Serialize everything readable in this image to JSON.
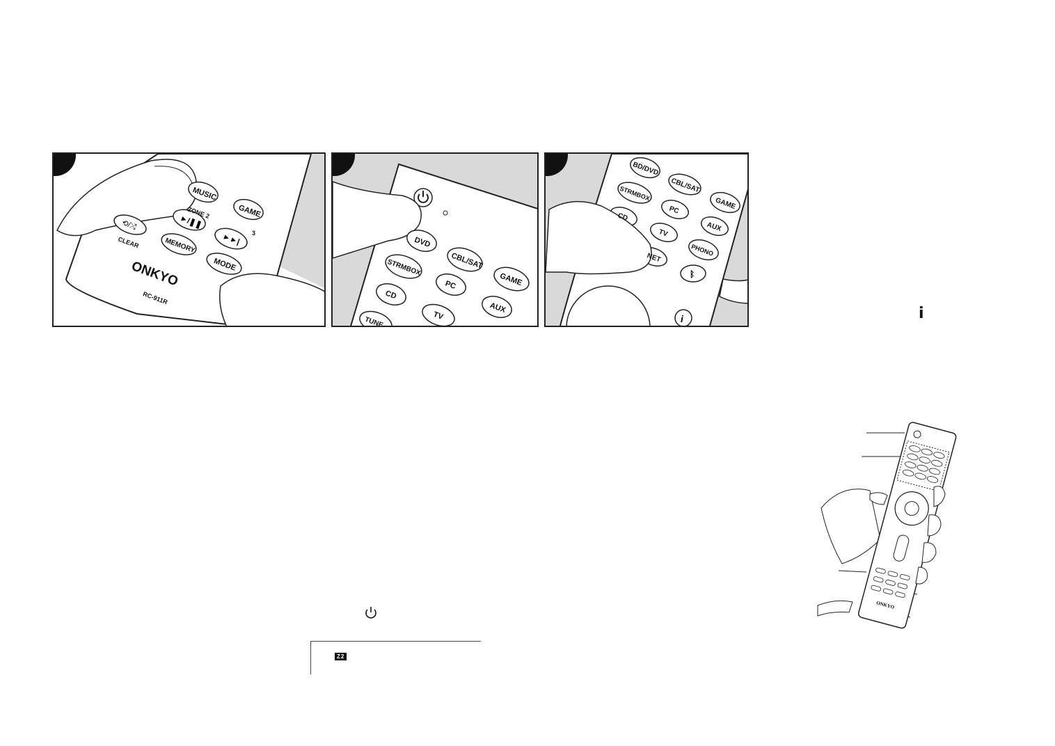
{
  "panel1": {
    "buttons": [
      "MUSIC",
      "GAME",
      "ZONE 2",
      "3",
      "CLEAR",
      "MEMORY",
      "MODE"
    ],
    "brand": "ONKYO",
    "model": "RC-911R"
  },
  "panel2": {
    "buttons": [
      "DVD",
      "CBL/SAT",
      "STRMBOX",
      "GAME",
      "PC",
      "CD",
      "AUX",
      "TV",
      "TUNE"
    ]
  },
  "panel3": {
    "buttons": [
      "BD/DVD",
      "CBL/SAT",
      "STRMBOX",
      "GAME",
      "PC",
      "CD",
      "AUX",
      "TV",
      "PHONO",
      "NET"
    ]
  },
  "info_icon": "i",
  "display": {
    "badge": "Z2"
  },
  "icons": [
    "power-icon",
    "info-icon",
    "bluetooth-icon"
  ]
}
